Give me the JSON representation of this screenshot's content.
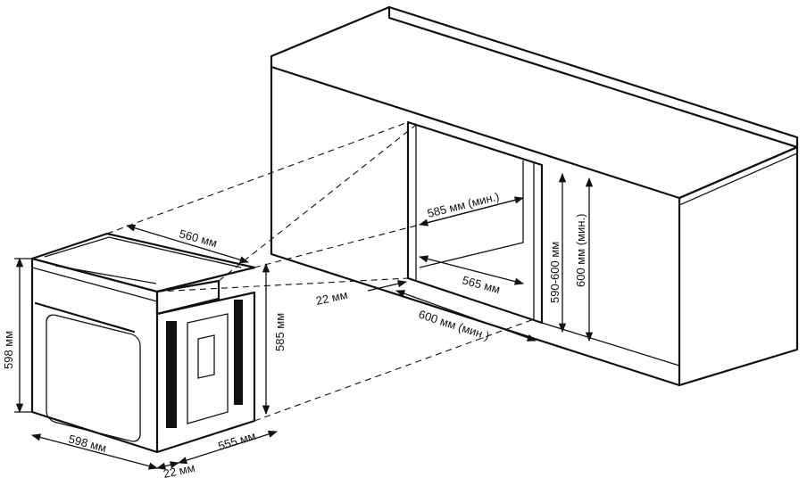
{
  "dimensions": {
    "oven_height": "598 мм",
    "oven_width": "598 мм",
    "oven_front_thickness": "22 мм",
    "oven_body_depth": "555 мм",
    "oven_side_height": "585 мм",
    "oven_top_width": "560 мм",
    "cabinet_front_gap": "22 мм",
    "niche_depth_top": "585 мм (мин.)",
    "niche_depth_bottom": "565 мм",
    "niche_width": "600 мм (мин.)",
    "niche_height_range": "590-600 мм",
    "niche_height_min": "600 мм (мин.)"
  }
}
